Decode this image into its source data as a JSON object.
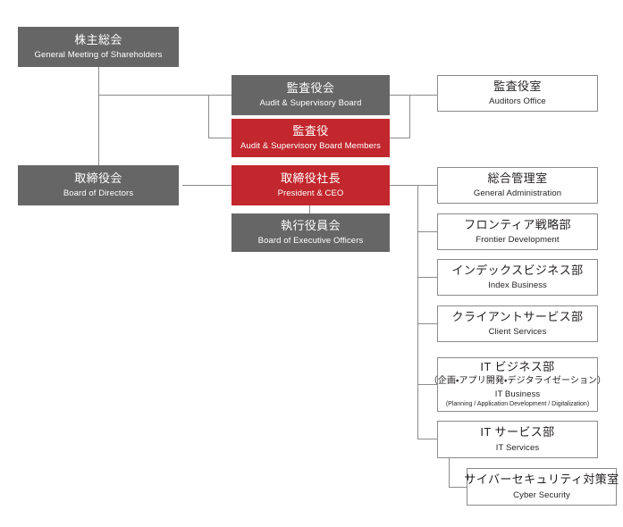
{
  "chart": {
    "title": "Corporate Governance Organization Chart",
    "colors": {
      "gray_fill": "#666666",
      "red_fill": "#c1272d",
      "outline_border": "#8a8a8a",
      "line": "#8c8c8c",
      "text_on_fill": "#ffffff",
      "text_on_white": "#231f20",
      "background": "#ffffff"
    }
  },
  "nodes": {
    "shareholders": {
      "jp": "株主総会",
      "en": "General Meeting of Shareholders",
      "style": "gray"
    },
    "audit_board": {
      "jp": "監査役会",
      "en": "Audit & Supervisory Board",
      "style": "gray"
    },
    "auditors_office": {
      "jp": "監査役室",
      "en": "Auditors Office",
      "style": "outline"
    },
    "audit_members": {
      "jp": "監査役",
      "en": "Audit & Supervisory Board Members",
      "style": "red"
    },
    "board_of_directors": {
      "jp": "取締役会",
      "en": "Board of Directors",
      "style": "gray"
    },
    "president_ceo": {
      "jp": "取締役社長",
      "en": "President & CEO",
      "style": "red"
    },
    "executive_officers": {
      "jp": "執行役員会",
      "en": "Board of Executive Officers",
      "style": "gray"
    },
    "general_administration": {
      "jp": "総合管理室",
      "en": "General Administration",
      "style": "outline"
    },
    "frontier_development": {
      "jp": "フロンティア戦略部",
      "en": "Frontier Development",
      "style": "outline"
    },
    "index_business": {
      "jp": "インデックスビジネス部",
      "en": "Index Business",
      "style": "outline"
    },
    "client_services": {
      "jp": "クライアントサービス部",
      "en": "Client Services",
      "style": "outline"
    },
    "it_business": {
      "jp": "IT ビジネス部",
      "jp_sub": "（企画・アプリ開発・デジタライゼーション）",
      "en": "IT Business",
      "en_sub": "(Planning / Application Development / Digitalization)",
      "style": "outline"
    },
    "it_services": {
      "jp": "IT サービス部",
      "en": "IT Services",
      "style": "outline"
    },
    "cyber_security": {
      "jp": "サイバーセキュリティ対策室",
      "en": "Cyber Security",
      "style": "outline"
    }
  }
}
